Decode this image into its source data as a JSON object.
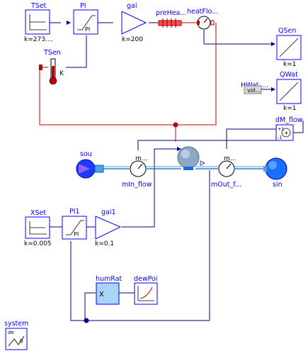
{
  "blocks": {
    "tset": {
      "name": "TSet",
      "param": "k=273...."
    },
    "pi": {
      "name": "PI",
      "inner": "PI"
    },
    "gai": {
      "name": "gai",
      "param": "k=200"
    },
    "preheat": {
      "name": "preHea..."
    },
    "heatflow": {
      "name": "heatFlo..."
    },
    "tsen": {
      "name": "TSen",
      "unit": "K"
    },
    "qsen": {
      "name": "QSen",
      "param": "k=1"
    },
    "qwat": {
      "name": "QWat",
      "param": "k=1"
    },
    "hwat": {
      "name": "HWat_...",
      "inner": "vol..."
    },
    "dmflow": {
      "name": "dM_flow",
      "plus": "+1",
      "minus": "-1",
      "sign": "+"
    },
    "sou": {
      "name": "sou"
    },
    "minflow": {
      "name": "mIn_flow",
      "sensor": "m..."
    },
    "moutflow": {
      "name": "mOut_f...",
      "sensor": "m..."
    },
    "sin": {
      "name": "sin"
    },
    "xset": {
      "name": "XSet",
      "param": "k=0.005"
    },
    "pi1": {
      "name": "PI1",
      "inner": "PI"
    },
    "gai1": {
      "name": "gai1",
      "param": "k=0.1"
    },
    "humrat": {
      "name": "humRat",
      "inner": "X"
    },
    "dewpoi": {
      "name": "dewPoi"
    },
    "system": {
      "name": "system",
      "inner1": "de",
      "inner2": "g"
    }
  },
  "colors": {
    "block_border": "#0000ff",
    "signal_wire": "#00007f",
    "heat_wire": "#bf0000",
    "fluid_wire": "#0066cc",
    "vessel": "#8fa8c8"
  }
}
